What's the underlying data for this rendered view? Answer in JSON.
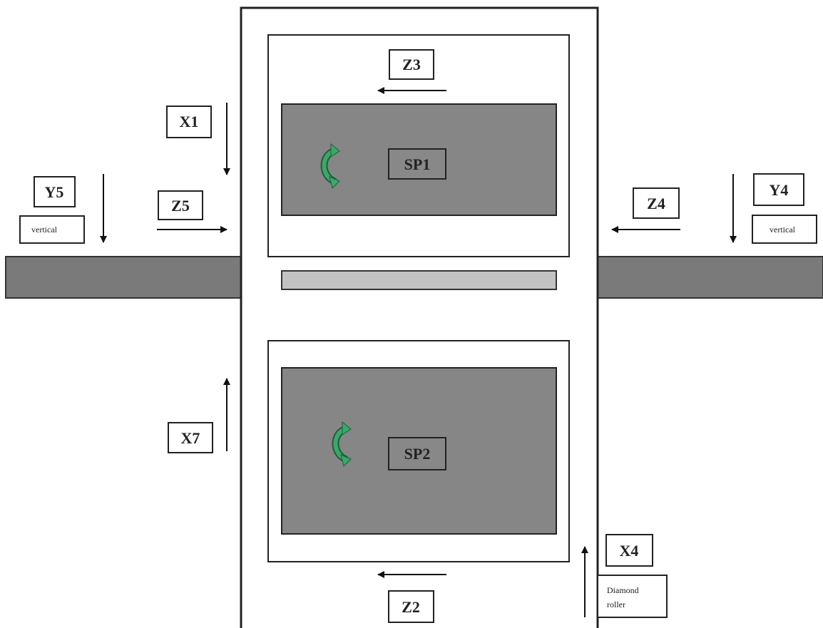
{
  "colors": {
    "background": "#ffffff",
    "workpiece": "#7a7a7a",
    "spindle_block": "#868686",
    "guide_bar": "#c2c2c2",
    "frame_outline": "#222222",
    "rotation_arrow": "#3aa868"
  },
  "spindles": {
    "top": "SP1",
    "bottom": "SP2"
  },
  "axes": {
    "z3": "Z3",
    "x1": "X1",
    "y5": "Y5",
    "z5": "Z5",
    "z4": "Z4",
    "y4": "Y4",
    "x7": "X7",
    "x4": "X4",
    "z2": "Z2"
  },
  "notes": {
    "y5_note": "vertical",
    "y4_note": "vertical",
    "x4_note_line1": "Diamond",
    "x4_note_line2": "roller"
  },
  "icons": {
    "spindle_rotation": "curved-rotation-arrow-icon",
    "axis_direction": "straight-arrow"
  }
}
